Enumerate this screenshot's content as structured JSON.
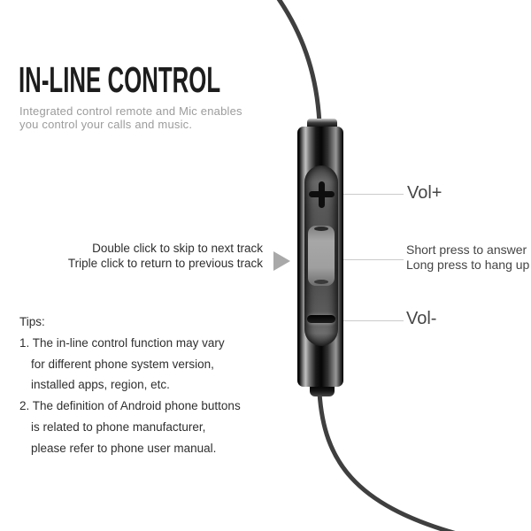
{
  "header": {
    "title": "IN-LINE CONTROL",
    "subtitle_line1": "Integrated control remote and Mic enables",
    "subtitle_line2": "you control your calls and music."
  },
  "callouts": {
    "vol_up_label": "Vol+",
    "answer_line1": "Short press to answer",
    "answer_line2": "Long press to hang up",
    "vol_down_label": "Vol-"
  },
  "instructions": {
    "line1": "Double click to skip to next track",
    "line2": "Triple click to return to previous track"
  },
  "tips": {
    "heading": "Tips:",
    "rows": [
      "1. The in-line control function may vary",
      "for different phone system version,",
      "installed apps, region, etc.",
      "2. The definition of Android phone buttons",
      "is related to phone manufacturer,",
      "please refer to phone user manual."
    ]
  },
  "icons": {
    "volume_up_button": "plus-icon",
    "volume_down_button": "minus-icon",
    "track_pointer": "right-triangle-icon"
  },
  "colors": {
    "title_text": "#1d1d1d",
    "subtitle_text": "#9c9c9c",
    "body_text": "#2f2f2f",
    "label_text": "#464646",
    "callout_line": "#cbcbcb",
    "arrow": "#a9a9a9",
    "cable": "#3f3f3f"
  }
}
